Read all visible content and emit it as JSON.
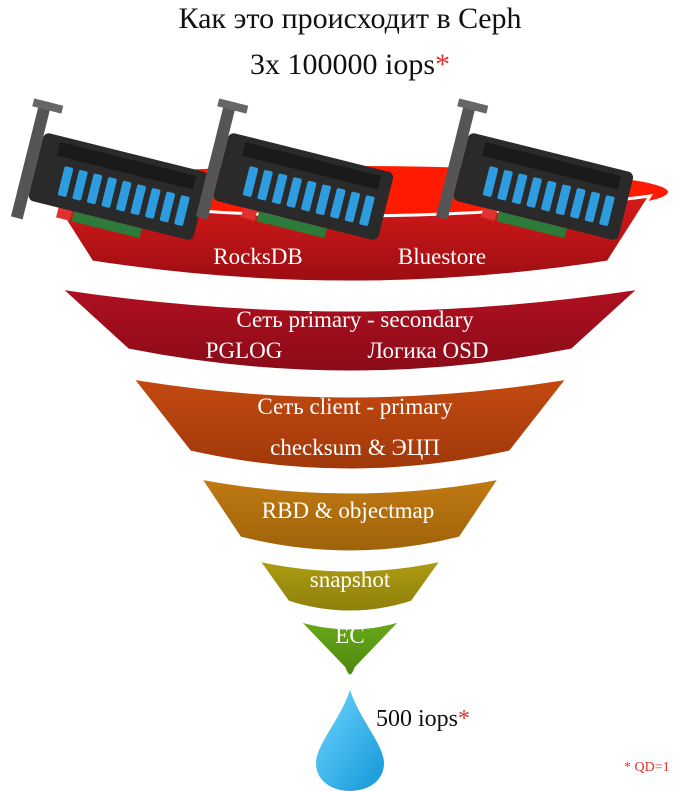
{
  "title": {
    "line1": "Как это происходит в Ceph",
    "line2": "3x 100000 iops",
    "star": "*"
  },
  "layers": [
    {
      "lines": [
        [
          "RocksDB",
          "Bluestore"
        ]
      ],
      "color": "#c0151a"
    },
    {
      "lines": [
        [
          "Сеть primary - secondary"
        ],
        [
          "PGLOG",
          "Логика OSD"
        ]
      ],
      "color": "#a3101c"
    },
    {
      "lines": [
        [
          "Сеть client - primary"
        ],
        [
          "checksum & ЭЦП"
        ]
      ],
      "color": "#b5430d"
    },
    {
      "lines": [
        [
          "RBD & objectmap"
        ]
      ],
      "color": "#b4710f"
    },
    {
      "lines": [
        [
          "snapshot"
        ]
      ],
      "color": "#a1930e"
    },
    {
      "lines": [
        [
          "EC"
        ]
      ],
      "color": "#5b9a12"
    }
  ],
  "result": {
    "label": "500 iops",
    "star": "*"
  },
  "footnote": "* QD=1",
  "colors": {
    "rim": "#ff1a00",
    "drop": "#27b6ee",
    "card": "#2a2a2a",
    "accent_star": "#e53030"
  },
  "icons": [
    "intel-optane-ssd-card-icon",
    "intel-optane-ssd-card-icon",
    "intel-optane-ssd-card-icon",
    "water-drop-icon"
  ]
}
